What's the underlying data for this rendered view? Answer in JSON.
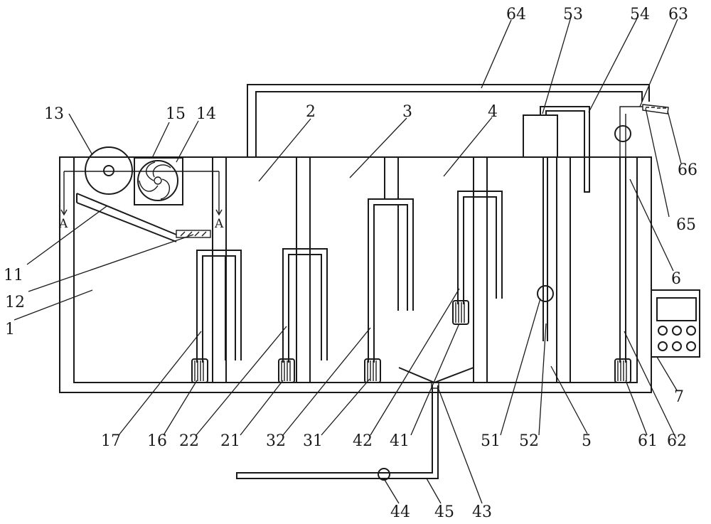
{
  "labels": {
    "l1": "1",
    "l2": "2",
    "l3": "3",
    "l4": "4",
    "l5": "5",
    "l6": "6",
    "l7": "7",
    "l11": "11",
    "l12": "12",
    "l13": "13",
    "l14": "14",
    "l15": "15",
    "l16": "16",
    "l17": "17",
    "l21": "21",
    "l22": "22",
    "l31": "31",
    "l32": "32",
    "l41": "41",
    "l42": "42",
    "l43": "43",
    "l44": "44",
    "l45": "45",
    "l51": "51",
    "l52": "52",
    "l53": "53",
    "l54": "54",
    "l61": "61",
    "l62": "62",
    "l63": "63",
    "l64": "64",
    "l65": "65",
    "l66": "66"
  },
  "section_marks": {
    "left": "A",
    "right": "A"
  }
}
